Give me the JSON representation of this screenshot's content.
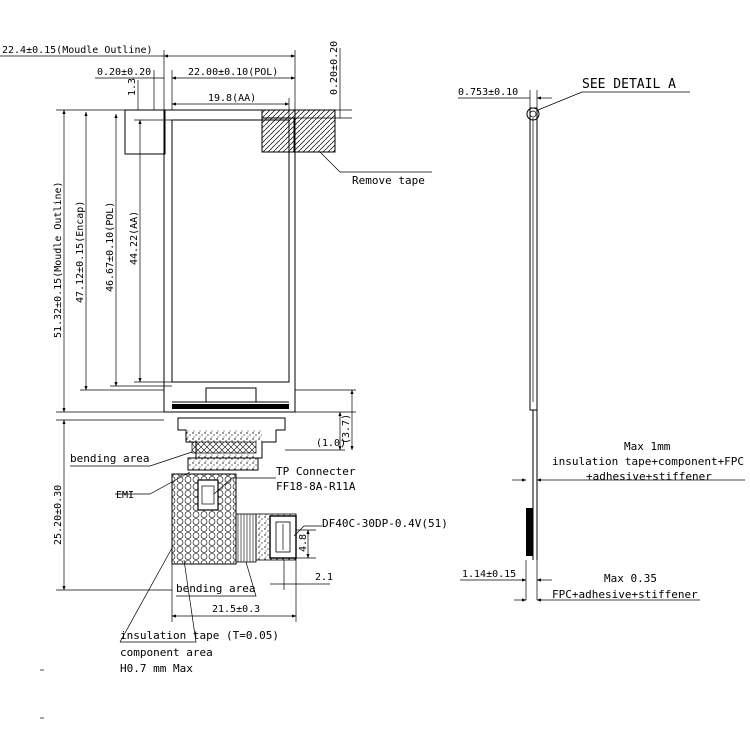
{
  "front_view": {
    "module_outline_width": "22.4±0.15(Moudle Outline)",
    "offset_left": "0.20±0.20",
    "pol_width": "22.00±0.10(POL)",
    "offset_right_vertical": "0.20±0.20",
    "small_dim": "1.3",
    "aa_width": "19.8(AA)",
    "module_outline_height": "51.32±0.15(Moudle Outline)",
    "encap_height": "47.12±0.15(Encap)",
    "pol_height": "46.67±0.10(POL)",
    "aa_height": "44.22(AA)",
    "remove_tape": "Remove tape",
    "dim_1_0": "(1.0)",
    "dim_3_7": "(3.7)",
    "bending_area_top": "bending area",
    "emi": "EMI",
    "fpc_height": "25.20±0.30",
    "tp_connector_title": "TP Connecter",
    "tp_connector_part": "FF18-8A-R11A",
    "main_connector": "DF40C-30DP-0.4V(51)",
    "dim_4_8": "4.8",
    "dim_2_1": "2.1",
    "bending_area_bottom": "bending area",
    "fpc_width": "21.5±0.3",
    "insulation_tape": "insulation tape (T=0.05)",
    "component_area": "component area",
    "component_height": "H0.7 mm Max"
  },
  "side_view": {
    "thickness": "0.753±0.10",
    "see_detail": "SEE DETAIL A",
    "max_1mm": "Max 1mm",
    "stack_1_line1": "insulation tape+component+FPC",
    "stack_1_line2": "+adhesive+stiffener",
    "fpc_thickness": "1.14±0.15",
    "max_0_35": "Max 0.35",
    "stack_2": "FPC+adhesive+stiffener"
  }
}
